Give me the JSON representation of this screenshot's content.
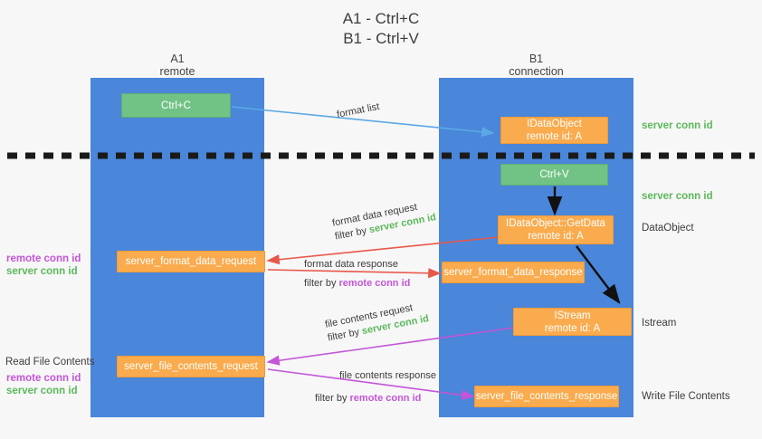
{
  "title": "A1 - Ctrl+C\nB1 - Ctrl+V",
  "colors": {
    "lane": "#4a86d9",
    "green_node": "#71c285",
    "orange_node": "#f9ab4e",
    "server_conn_id": "#5cb85c",
    "remote_conn_id": "#c355d8",
    "divider": "#1a1a1a",
    "arrow_blue": "#5aa9e6",
    "arrow_red": "#e8574a",
    "arrow_magenta": "#c355d8",
    "arrow_black": "#111111",
    "background": "#f7f7f7"
  },
  "lanes": [
    {
      "id": "A1",
      "title": "A1",
      "subtitle": "remote"
    },
    {
      "id": "B1",
      "title": "B1",
      "subtitle": "connection"
    }
  ],
  "nodes": {
    "ctrl_c": {
      "line1": "Ctrl+C",
      "line2": ""
    },
    "idataobject": {
      "line1": "IDataObject",
      "line2": "remote id: A"
    },
    "ctrl_v": {
      "line1": "Ctrl+V",
      "line2": ""
    },
    "getdata": {
      "line1": "IDataObject::GetData",
      "line2": "remote id: A"
    },
    "istream": {
      "line1": "IStream",
      "line2": "remote id: A"
    },
    "format_data_request": {
      "line1": "server_format_data_request",
      "line2": ""
    },
    "format_data_response": {
      "line1": "server_format_data_response",
      "line2": ""
    },
    "file_contents_request": {
      "line1": "server_file_contents_request",
      "line2": ""
    },
    "file_contents_response": {
      "line1": "server_file_contents_response",
      "line2": ""
    }
  },
  "edge_labels": {
    "format_list": {
      "text": "format list"
    },
    "format_data_request": {
      "line1": "format data request",
      "filter_prefix": "filter by ",
      "filter_value": "server conn id"
    },
    "format_data_response": {
      "line1": "format data response",
      "filter_prefix": "filter by ",
      "filter_value": "remote conn id"
    },
    "file_contents_request": {
      "line1": "file contents request",
      "filter_prefix": "filter by ",
      "filter_value": "server conn id"
    },
    "file_contents_response": {
      "line1": "file contents response",
      "filter_prefix": "filter by ",
      "filter_value": "remote conn id"
    }
  },
  "left_labels": {
    "format_conn": {
      "remote": "remote conn id",
      "server": "server conn id"
    },
    "read_file": {
      "heading": "Read File Contents",
      "remote": "remote conn id",
      "server": "server conn id"
    }
  },
  "right_labels": {
    "server_conn_top": "server conn id",
    "server_conn_mid": "server conn id",
    "dataobject": "DataObject",
    "istream": "Istream",
    "write_file": "Write File Contents"
  }
}
